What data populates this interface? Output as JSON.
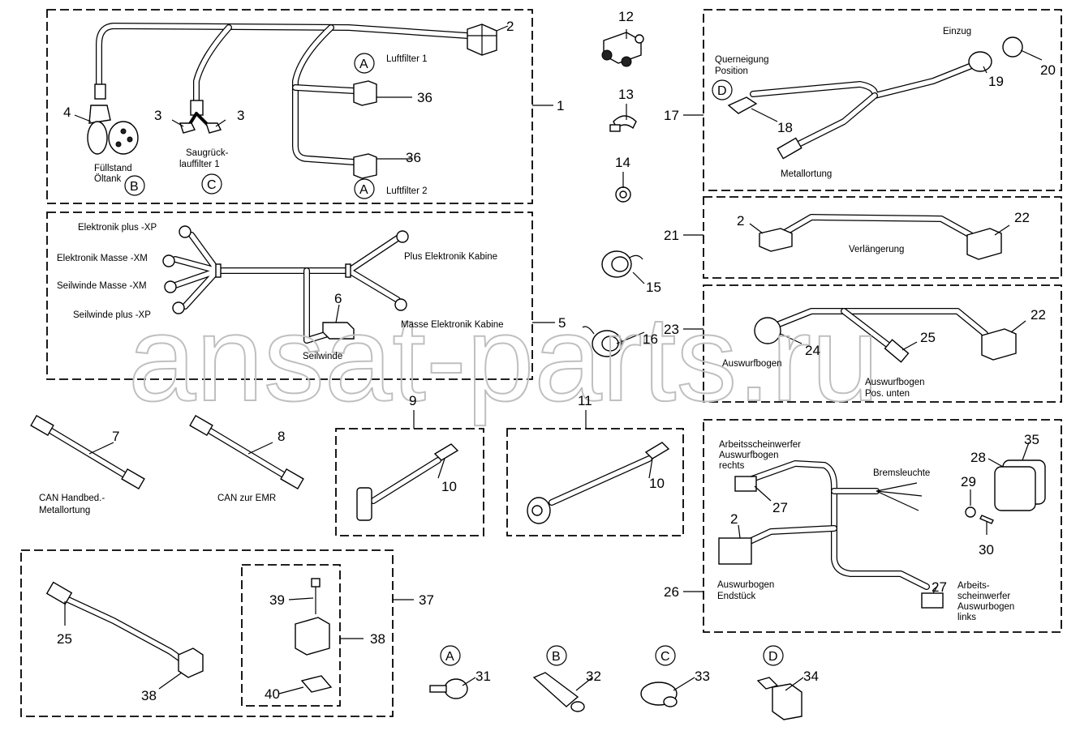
{
  "watermark": "ansat-parts.ru",
  "groups": {
    "g1": "1",
    "g5": "5",
    "g9": "9",
    "g11": "11",
    "g17": "17",
    "g21": "21",
    "g23": "23",
    "g26": "26",
    "g37": "37",
    "g38": "38"
  },
  "numbers": {
    "n2a": "2",
    "n3a": "3",
    "n3b": "3",
    "n4": "4",
    "n36a": "36",
    "n36b": "36",
    "n6": "6",
    "n7": "7",
    "n8": "8",
    "n10a": "10",
    "n10b": "10",
    "n12": "12",
    "n13": "13",
    "n14": "14",
    "n15": "15",
    "n16": "16",
    "n18": "18",
    "n19": "19",
    "n20": "20",
    "n2b": "2",
    "n22a": "22",
    "n24": "24",
    "n25a": "25",
    "n22b": "22",
    "n28": "28",
    "n35": "35",
    "n29": "29",
    "n30": "30",
    "n27a": "27",
    "n2c": "2",
    "n27b": "27",
    "n39": "39",
    "n25b": "25",
    "n38b": "38",
    "n40": "40",
    "n31": "31",
    "n32": "32",
    "n33": "33",
    "n34": "34"
  },
  "circles": {
    "cA1": "A",
    "cA2": "A",
    "cB1": "B",
    "cC1": "C",
    "cD1": "D",
    "cA3": "A",
    "cB2": "B",
    "cC2": "C",
    "cD2": "D"
  },
  "labels": {
    "luftfilter1": "Luftfilter 1",
    "luftfilter2": "Luftfilter 2",
    "fuellstand1": "Füllstand",
    "fuellstand2": "Öltank",
    "saug1": "Saugrück-",
    "saug2": "lauffilter 1",
    "el_plus": "Elektronik plus -XP",
    "el_masse": "Elektronik Masse -XM",
    "sw_masse": "Seilwinde Masse -XM",
    "sw_plus": "Seilwinde plus -XP",
    "plus_kab": "Plus Elektronik Kabine",
    "masse_kab": "Masse Elektronik Kabine",
    "seilwinde": "Seilwinde",
    "can1a": "CAN Handbed.-",
    "can1b": "Metallortung",
    "can2": "CAN zur EMR",
    "einzug": "Einzug",
    "quer1": "Querneigung",
    "quer2": "Position",
    "metall": "Metallortung",
    "verl": "Verlängerung",
    "ausw": "Auswurfbogen",
    "ausw_pos1": "Auswurfbogen",
    "ausw_pos2": "Pos. unten",
    "asw_r1": "Arbeitsscheinwerfer",
    "asw_r2": "Auswurfbogen",
    "asw_r3": "rechts",
    "brems": "Bremsleuchte",
    "ausw_end1": "Auswurbogen",
    "ausw_end2": "Endstück",
    "asw_l1": "Arbeits-",
    "asw_l2": "scheinwerfer",
    "asw_l3": "Auswurbogen",
    "asw_l4": "links"
  }
}
